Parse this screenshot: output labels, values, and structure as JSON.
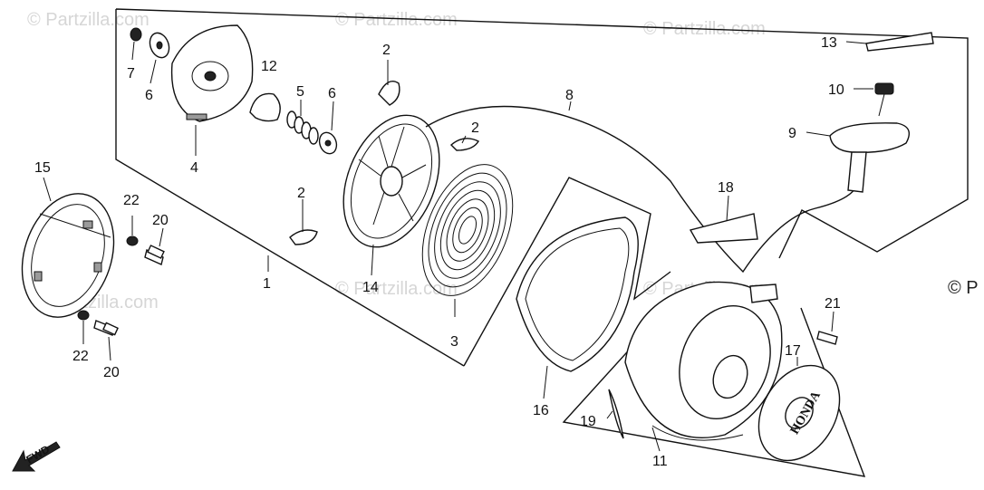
{
  "watermark": {
    "text": "© Partzilla.com",
    "edge_text": "© P"
  },
  "fwd_label": "FWD",
  "callouts": [
    {
      "id": "c1",
      "text": "1"
    },
    {
      "id": "c2a",
      "text": "2"
    },
    {
      "id": "c2b",
      "text": "2"
    },
    {
      "id": "c2c",
      "text": "2"
    },
    {
      "id": "c3",
      "text": "3"
    },
    {
      "id": "c4",
      "text": "4"
    },
    {
      "id": "c5",
      "text": "5"
    },
    {
      "id": "c6a",
      "text": "6"
    },
    {
      "id": "c6b",
      "text": "6"
    },
    {
      "id": "c7",
      "text": "7"
    },
    {
      "id": "c8",
      "text": "8"
    },
    {
      "id": "c9",
      "text": "9"
    },
    {
      "id": "c10",
      "text": "10"
    },
    {
      "id": "c11",
      "text": "11"
    },
    {
      "id": "c12",
      "text": "12"
    },
    {
      "id": "c13",
      "text": "13"
    },
    {
      "id": "c14",
      "text": "14"
    },
    {
      "id": "c15",
      "text": "15"
    },
    {
      "id": "c16",
      "text": "16"
    },
    {
      "id": "c17",
      "text": "17"
    },
    {
      "id": "c18",
      "text": "18"
    },
    {
      "id": "c19",
      "text": "19"
    },
    {
      "id": "c20a",
      "text": "20"
    },
    {
      "id": "c20b",
      "text": "20"
    },
    {
      "id": "c21",
      "text": "21"
    },
    {
      "id": "c22a",
      "text": "22"
    },
    {
      "id": "c22b",
      "text": "22"
    }
  ],
  "emblem_text": "HONDA"
}
